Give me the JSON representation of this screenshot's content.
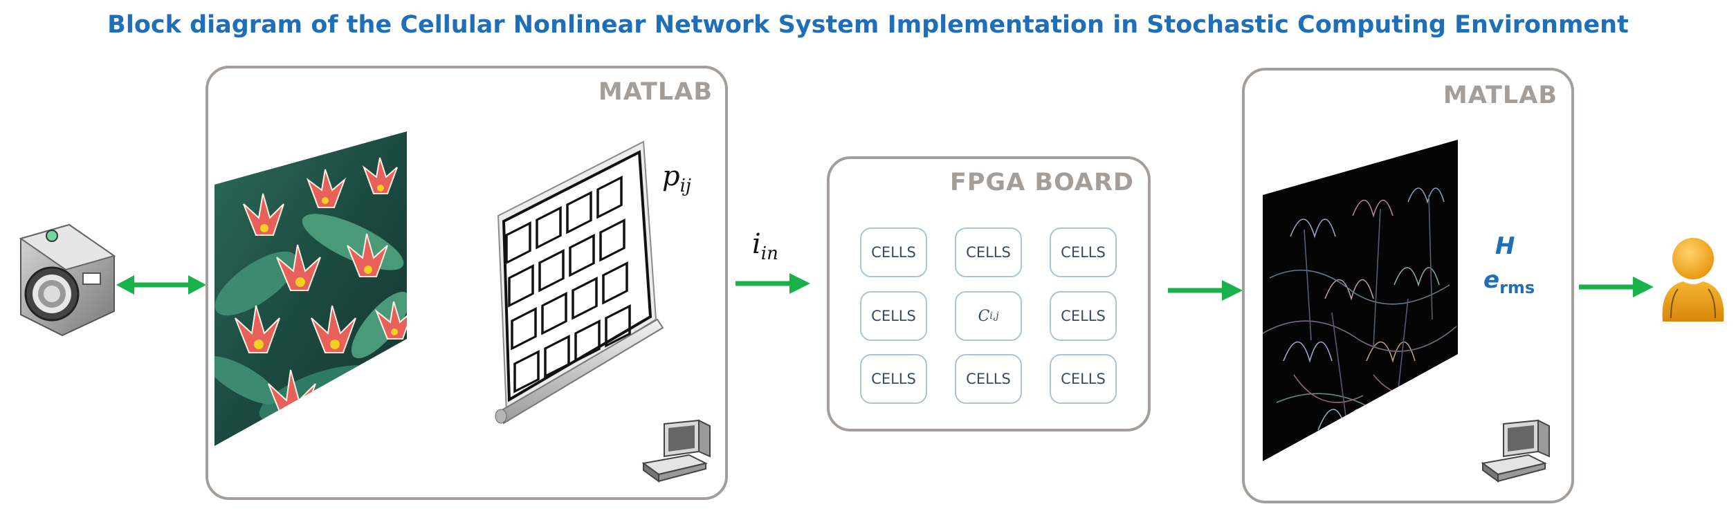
{
  "title": "Block diagram of the Cellular Nonlinear Network System Implementation in Stochastic Computing Environment",
  "panels": {
    "matlab_left": {
      "label": "MATLAB"
    },
    "fpga": {
      "label": "FPGA BOARD"
    },
    "matlab_right": {
      "label": "MATLAB"
    }
  },
  "labels": {
    "p_base": "p",
    "p_sub": "ij",
    "i_base": "i",
    "i_sub": "in",
    "H": "H",
    "e_base": "e",
    "e_sub": "rms"
  },
  "cells": {
    "r0c0": "CELLS",
    "r0c1": "CELLS",
    "r0c2": "CELLS",
    "r1c0": "CELLS",
    "r1c1_base": "C",
    "r1c1_sub": "i,j",
    "r1c2": "CELLS",
    "r2c0": "CELLS",
    "r2c1": "CELLS",
    "r2c2": "CELLS"
  },
  "colors": {
    "title": "#1F6FB8",
    "panel_border": "#a39e99",
    "arrow": "#19b24a",
    "cell_border": "#a8c4dc",
    "output_text": "#1F6FB8",
    "user": "#f2a81d"
  },
  "icons": {
    "camera": "camera-icon",
    "computer": "computer-icon",
    "user": "user-icon",
    "screen": "projection-screen-icon"
  }
}
